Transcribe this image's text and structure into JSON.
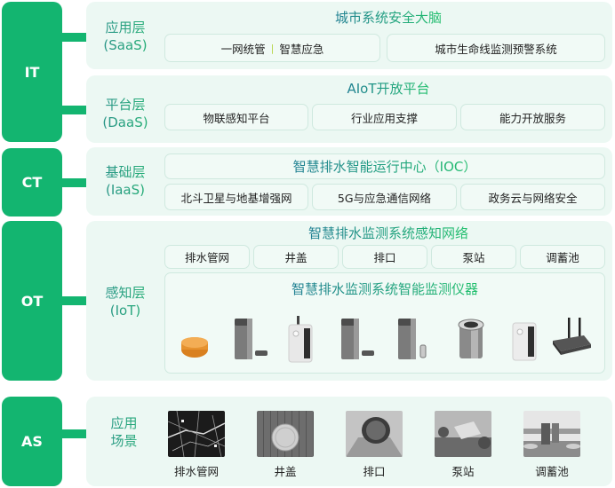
{
  "tiers": {
    "it": "IT",
    "ct": "CT",
    "ot": "OT",
    "as": "AS"
  },
  "saas": {
    "label_line1": "应用层",
    "label_line2": "(SaaS)",
    "title": "城市系统安全大脑",
    "items": [
      "一网统管",
      "智慧应急",
      "城市生命线监测预警系统"
    ],
    "separator": "|"
  },
  "daas": {
    "label_line1": "平台层",
    "label_line2": "(DaaS)",
    "title": "AIoT开放平台",
    "items": [
      "物联感知平台",
      "行业应用支撑",
      "能力开放服务"
    ]
  },
  "iaas": {
    "label_line1": "基础层",
    "label_line2": "(IaaS)",
    "title": "智慧排水智能运行中心（IOC）",
    "items": [
      "北斗卫星与地基增强网",
      "5G与应急通信网络",
      "政务云与网络安全"
    ]
  },
  "iot": {
    "label_line1": "感知层",
    "label_line2": "(IoT)",
    "title": "智慧排水监测系统感知网络",
    "items": [
      "排水管网",
      "井盖",
      "排口",
      "泵站",
      "调蓄池"
    ],
    "devices_title": "智慧排水监测系统智能监测仪器",
    "devices": [
      "round-sensor",
      "level-gauge",
      "white-logger",
      "level-gauge",
      "flow-meter",
      "cylinder-sensor",
      "white-terminal",
      "gateway-router"
    ]
  },
  "scenes": {
    "label_line1": "应用",
    "label_line2": "场景",
    "items": [
      "排水管网",
      "井盖",
      "排口",
      "泵站",
      "调蓄池"
    ]
  },
  "colors": {
    "tier_green": "#13b570",
    "panel_bg": "#ecf8f3",
    "box_border": "#cfe9df"
  }
}
